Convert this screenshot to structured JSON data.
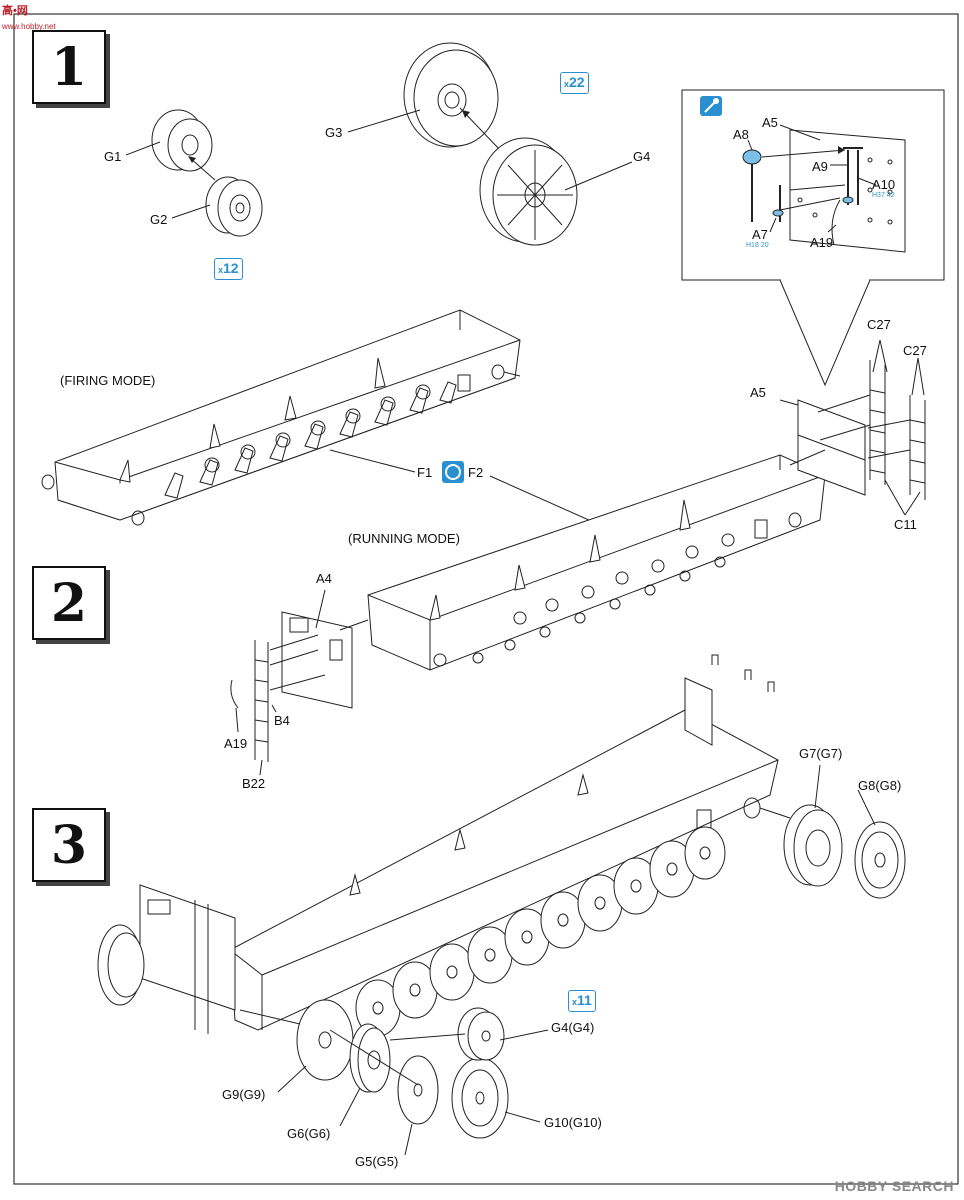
{
  "watermark_top": {
    "line1": "高•网",
    "line2": "www.hobby.net"
  },
  "watermark_bottom": "HOBBY SEARCH",
  "steps": [
    "1",
    "2",
    "3"
  ],
  "quantities": {
    "q1": "22",
    "q2": "12",
    "q3": "11"
  },
  "modes": {
    "firing": "(FIRING MODE)",
    "running": "(RUNNING MODE)"
  },
  "labels": {
    "G1": "G1",
    "G2": "G2",
    "G3": "G3",
    "G4": "G4",
    "A5": "A5",
    "A8": "A8",
    "A9": "A9",
    "A10": "A10",
    "A7": "A7",
    "A19": "A19",
    "H37": "H37",
    "H18": "H18",
    "n42": "42",
    "n20": "20",
    "C27a": "C27",
    "C27b": "C27",
    "A5b": "A5",
    "C11": "C11",
    "F1": "F1",
    "F2": "F2",
    "A4": "A4",
    "B4": "B4",
    "A19b": "A19",
    "B22": "B22",
    "G7": "G7(G7)",
    "G8": "G8(G8)",
    "G4b": "G4(G4)",
    "G9": "G9(G9)",
    "G6": "G6(G6)",
    "G5": "G5(G5)",
    "G10": "G10(G10)"
  }
}
